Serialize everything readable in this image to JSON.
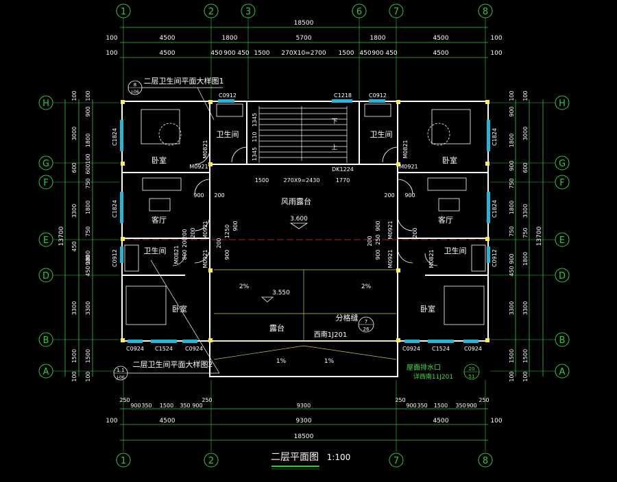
{
  "drawing": {
    "title": "二层平面图",
    "scale": "1:100"
  },
  "colors": {
    "background": "#000000",
    "dim": "#2ecc40",
    "axis": "#ffffff",
    "wall": "#ffffff",
    "window": "#1fb8d8",
    "door": "#f2f2f2",
    "text": "#ffffff",
    "column": "#ffee55",
    "center_line": "#e03030",
    "note_green": "#44dd44"
  },
  "axes_vertical": [
    "1",
    "2",
    "3",
    "6",
    "7",
    "8"
  ],
  "axes_vertical_bottom": [
    "1",
    "2",
    "7",
    "8"
  ],
  "axes_horizontal": [
    "H",
    "G",
    "F",
    "E",
    "D",
    "B",
    "A"
  ],
  "dims_top": {
    "overall": "18500",
    "row2": [
      "100",
      "4500",
      "1800",
      "5700",
      "1800",
      "4500",
      "100"
    ],
    "row3": [
      "100",
      "4500",
      "450",
      "900",
      "450",
      "1500",
      "270X10=2700",
      "1500",
      "450",
      "900",
      "450",
      "4500",
      "100"
    ]
  },
  "dims_bottom": {
    "row1": [
      "250",
      "900",
      "350",
      "1500",
      "350",
      "900",
      "250",
      "9300",
      "250",
      "900",
      "350",
      "1500",
      "350",
      "900",
      "250"
    ],
    "row2": [
      "100",
      "4500",
      "9300",
      "4500",
      "100"
    ],
    "overall": "18500"
  },
  "dims_left": {
    "overall": "13700",
    "outer": [
      "100",
      "3000",
      "600",
      "3300",
      "450",
      "3300",
      "1500",
      "100"
    ],
    "inner": [
      "100",
      "900",
      "1800",
      "100",
      "600",
      "750",
      "1800",
      "750",
      "1800",
      "450",
      "900",
      "3300",
      "1500",
      "100"
    ]
  },
  "dims_right": {
    "overall": "13700",
    "outer": [
      "100",
      "3000",
      "600",
      "3300",
      "750",
      "1800",
      "3300",
      "1500",
      "100"
    ],
    "inner": [
      "100",
      "900",
      "1800",
      "900",
      "750",
      "1800",
      "750",
      "450",
      "900",
      "3300",
      "1500",
      "100"
    ]
  },
  "rooms": {
    "bedroom_nw": "卧室",
    "bath_1": "卫生间",
    "stair_down": "下",
    "stair_up": "上",
    "bath_2": "卫生间",
    "bedroom_ne": "卧室",
    "living_w": "客厅",
    "terrace_covered": "风雨露台",
    "living_e": "客厅",
    "bath_w": "卫生间",
    "bath_e": "卫生间",
    "bedroom_sw": "卧室",
    "terrace": "露台",
    "bedroom_se": "卧室"
  },
  "labels": {
    "c0912_a": "C0912",
    "c1218": "C1218",
    "c0912_b": "C0912",
    "c1824_a": "C1824",
    "c1824_b": "C1824",
    "c1824_c": "C1824",
    "c1824_d": "C1824",
    "m0821_a": "M0821",
    "m0821_b": "M0821",
    "m0921_a": "M0921",
    "m0921_b": "M0921",
    "m0921_c": "M0921",
    "m0921_d": "M0921",
    "m0921_e": "M0921",
    "m0921_f": "M0921",
    "m0821_c": "M0821",
    "m0821_d": "M0821",
    "dk1224": "DK1224",
    "c0912_c": "C0912",
    "c0912_d": "C0912",
    "c0924_a": "C0924",
    "c1524_a": "C1524",
    "c0924_b": "C0924",
    "c0924_c": "C0924",
    "c1524_b": "C1524",
    "c0924_d": "C0924",
    "stair_dims": [
      "1500",
      "270X9=2430",
      "1770"
    ],
    "stair_dims2": [
      "1345",
      "110",
      "1345"
    ],
    "door_dims": [
      "900",
      "200",
      "900",
      "200"
    ],
    "mid_dims_l": [
      "200",
      "1250",
      "900",
      "200",
      "900"
    ],
    "mid_dims_r": [
      "200",
      "900",
      "250",
      "200",
      "900"
    ],
    "elev_1": "3.600",
    "elev_2": "3.550",
    "slope_a": "2%",
    "slope_b": "2%",
    "slope_c": "1%",
    "slope_d": "1%",
    "divider": "分格缝",
    "divider_ref": "西南1J201",
    "gutter": "屋面排水口",
    "gutter_ref": "详西南11J201",
    "detail1": "二层卫生间平面大样图1",
    "detail2": "二层卫生间平面大样图2",
    "bubble_8": "8",
    "bubble_j06a": "J-06",
    "bubble_11": "1.1",
    "bubble_j06b": "J-06",
    "bubble_7": "7",
    "bubble_26": "26",
    "bubble_20": "20",
    "bubble_51": "51",
    "small_dims": [
      "200",
      "200",
      "800",
      "200"
    ]
  }
}
